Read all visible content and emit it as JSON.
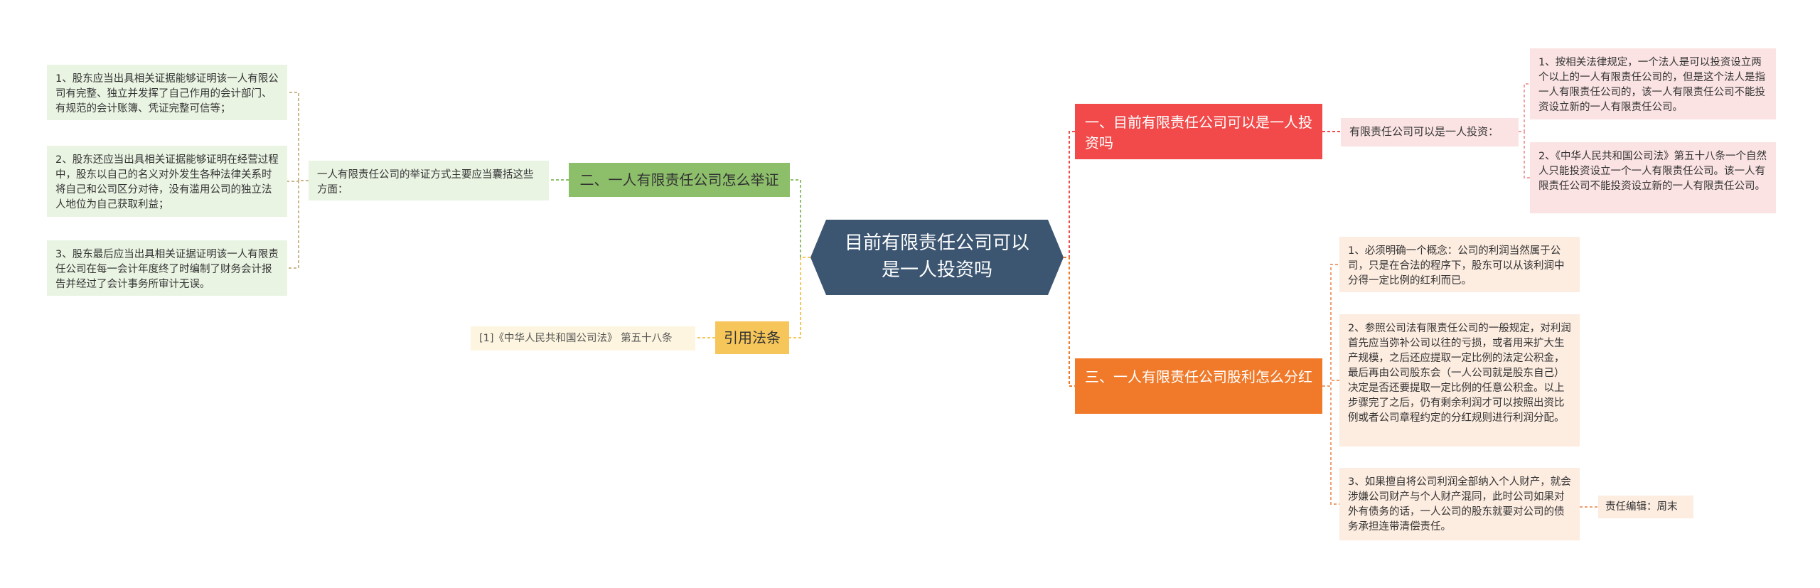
{
  "root": {
    "title": "目前有限责任公司可以是一人投资吗"
  },
  "branches": {
    "b1": {
      "label": "一、目前有限责任公司可以是一人投资吗",
      "sub_label": "有限责任公司可以是一人投资：",
      "details": [
        "1、按相关法律规定，一个法人是可以投资设立两个以上的一人有限责任公司的，但是这个法人是指一人有限责任公司的，该一人有限责任公司不能投资设立新的一人有限责任公司。",
        "2、《中华人民共和国公司法》第五十八条一个自然人只能投资设立一个一人有限责任公司。该一人有限责任公司不能投资设立新的一人有限责任公司。"
      ]
    },
    "b2": {
      "label": "二、一人有限责任公司怎么举证",
      "sub_label": "一人有限责任公司的举证方式主要应当囊括这些方面：",
      "details": [
        "1、股东应当出具相关证据能够证明该一人有限公司有完整、独立并发挥了自己作用的会计部门、有规范的会计账簿、凭证完整可信等；",
        "2、股东还应当出具相关证据能够证明在经营过程中，股东以自己的名义对外发生各种法律关系时将自己和公司区分对待，没有滥用公司的独立法人地位为自己获取利益；",
        "3、股东最后应当出具相关证据证明该一人有限责任公司在每一会计年度终了时编制了财务会计报告并经过了会计事务所审计无误。"
      ]
    },
    "b3": {
      "label": "三、一人有限责任公司股利怎么分红",
      "details": [
        "1、必须明确一个概念：公司的利润当然属于公司，只是在合法的程序下，股东可以从该利润中分得一定比例的红利而已。",
        "2、参照公司法有限责任公司的一般规定，对利润首先应当弥补公司以往的亏损，或者用来扩大生产规模，之后还应提取一定比例的法定公积金，最后再由公司股东会（一人公司就是股东自己）决定是否还要提取一定比例的任意公积金。以上步骤完了之后，仍有剩余利润才可以按照出资比例或者公司章程约定的分红规则进行利润分配。",
        "3、如果擅自将公司利润全部纳入个人财产，就会涉嫌公司财产与个人财产混同，此时公司如果对外有债务的话，一人公司的股东就要对公司的债务承担连带清偿责任。"
      ],
      "editor": "责任编辑：周末"
    },
    "ref": {
      "label": "引用法条",
      "item": "[1]《中华人民共和国公司法》 第五十八条"
    }
  },
  "colors": {
    "root": "#3c5672",
    "b1": "#f24a4a",
    "b2": "#8dbf6b",
    "b3": "#f07a2a",
    "ref": "#f7c65a"
  }
}
